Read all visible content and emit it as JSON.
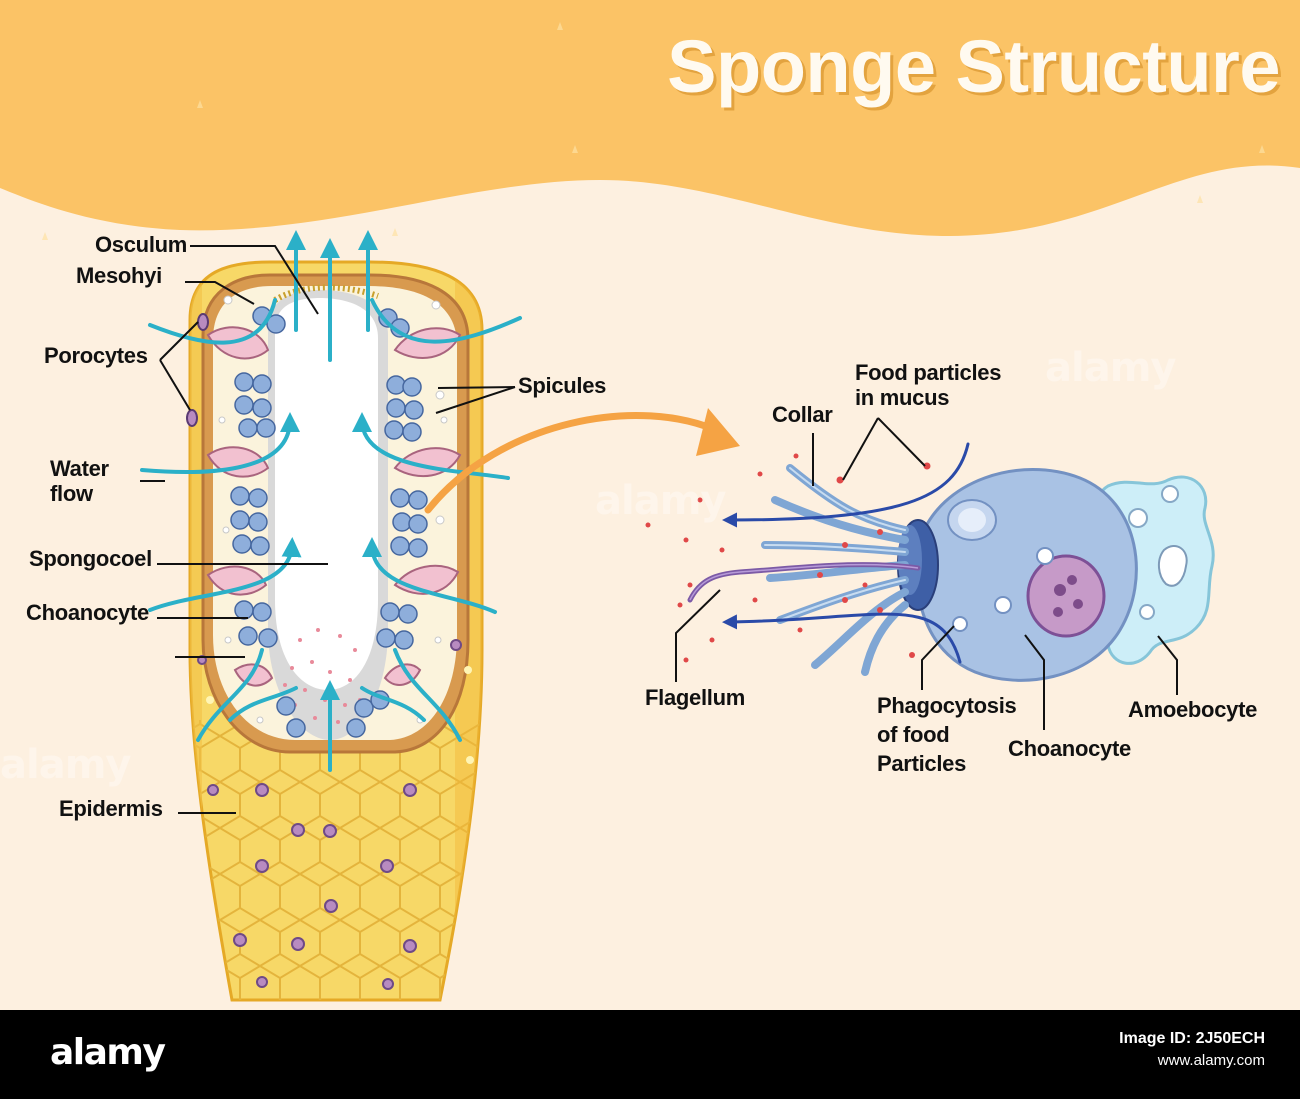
{
  "title": "Sponge Structure",
  "labels": {
    "osculum": "Osculum",
    "mesohyi": "Mesohyi",
    "porocytes": "Porocytes",
    "water_flow": "Water flow",
    "spongocoel": "Spongocoel",
    "choanocyte_left": "Choanocyte",
    "epidermis": "Epidermis",
    "spicules": "Spicules",
    "collar": "Collar",
    "food_particles": "Food particles in mucus",
    "flagellum": "Flagellum",
    "phagocytosis": "Phagocytosis of food Particles",
    "choanocyte_right": "Choanocyte",
    "amoebocyte": "Amoebocyte"
  },
  "watermark": "alamy",
  "footer": {
    "brand": "alamy",
    "image_id": "Image ID: 2J50ECH",
    "url": "www.alamy.com"
  },
  "colors": {
    "header": "#fbc366",
    "background": "#fdf0e0",
    "epidermis": "#f7d867",
    "water_arrow": "#2bb0c8",
    "flow_arrow": "#2a4aa8",
    "cell_body": "#a9c2e4",
    "orange_arrow": "#f5a344"
  }
}
